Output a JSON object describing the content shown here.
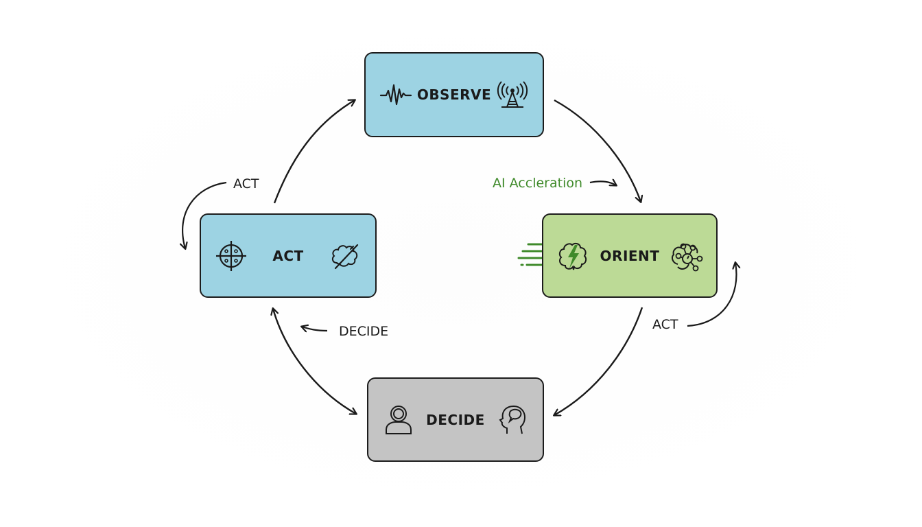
{
  "diagram": {
    "title": "OODA Loop with AI Acceleration",
    "nodes": [
      {
        "id": "observe",
        "label": "OBSERVE",
        "color": "#9dd3e3",
        "icons": [
          "signal-wave-icon",
          "radio-tower-icon"
        ]
      },
      {
        "id": "orient",
        "label": "ORIENT",
        "color": "#bcda96",
        "icons": [
          "brain-lightning-icon",
          "brain-network-icon"
        ]
      },
      {
        "id": "decide",
        "label": "DECIDE",
        "color": "#c4c4c4",
        "icons": [
          "person-icon",
          "head-speech-icon"
        ]
      },
      {
        "id": "act",
        "label": "ACT",
        "color": "#9dd3e3",
        "icons": [
          "crosshair-target-icon",
          "explosion-cloud-icon"
        ]
      }
    ],
    "edge_labels": {
      "act_left": "ACT",
      "act_right": "ACT",
      "decide": "DECIDE",
      "ai": "AI Accleration"
    },
    "edges": [
      {
        "from": "act",
        "to": "observe"
      },
      {
        "from": "observe",
        "to": "orient"
      },
      {
        "from": "orient",
        "to": "decide"
      },
      {
        "from": "decide",
        "to": "act",
        "bidirectional": true
      }
    ],
    "accent_green": "#3f8a2a",
    "stroke": "#1c1c1c"
  }
}
